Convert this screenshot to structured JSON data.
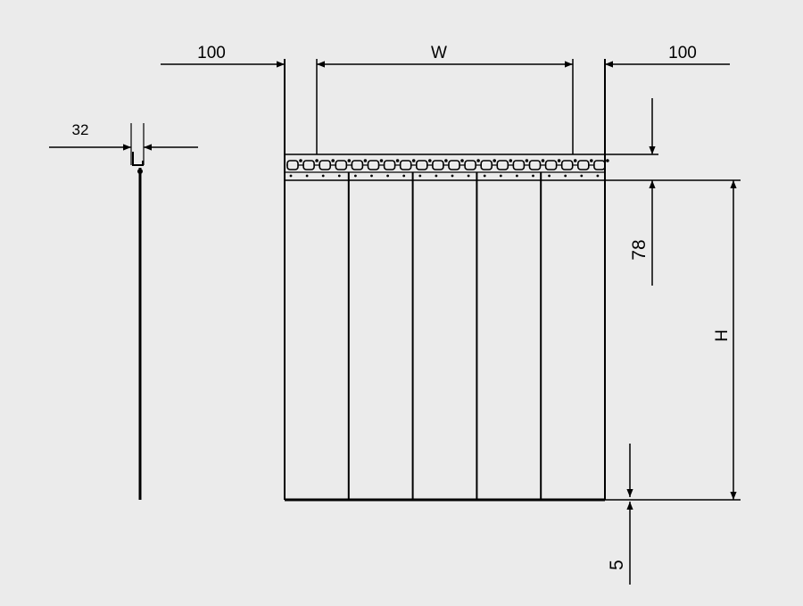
{
  "colors": {
    "background": "#ebebeb",
    "line": "#000000"
  },
  "dimensions": {
    "left_margin": "100",
    "width": "W",
    "right_margin": "100",
    "profile_depth": "32",
    "rail_height": "78",
    "height": "H",
    "bottom_gap": "5"
  },
  "strips": {
    "count": 5
  }
}
